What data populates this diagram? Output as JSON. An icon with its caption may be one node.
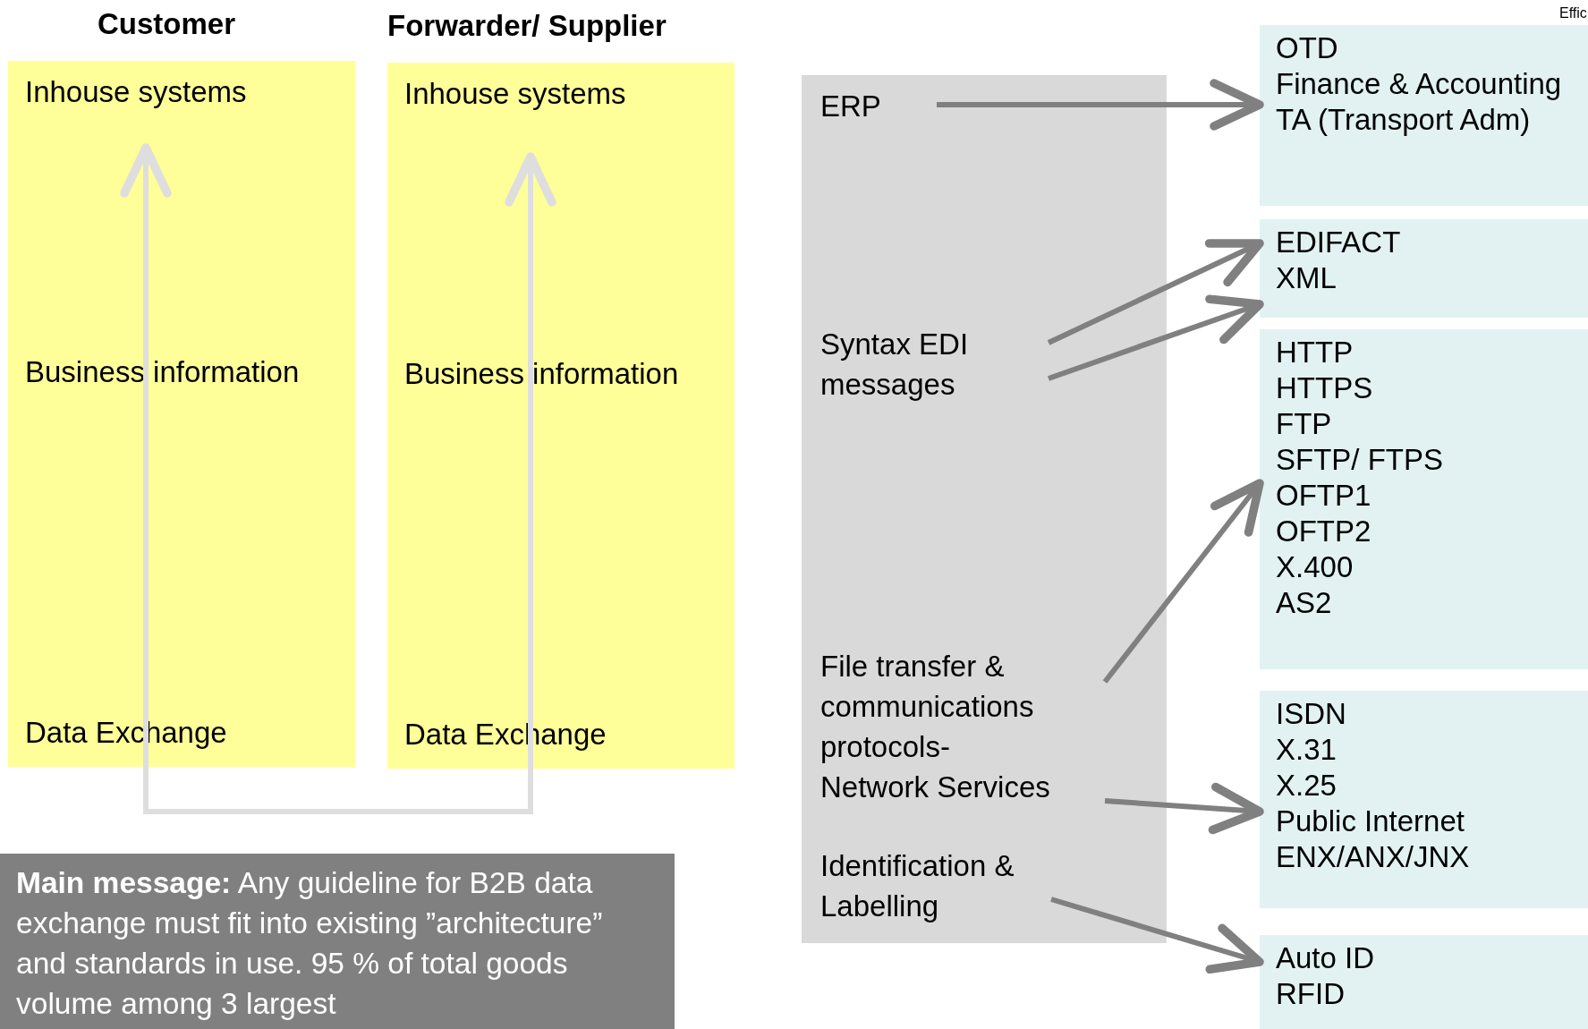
{
  "diagram": {
    "nodes": [
      {
        "text": [
          "Customer"
        ]
      },
      {
        "text": [
          "Inhouse systems"
        ],
        "in": 0
      },
      {
        "text": [
          "Business information"
        ],
        "in": 0
      },
      {
        "text": [
          "Data Exchange"
        ],
        "in": 0
      },
      {
        "text": [
          "Forwarder/ Supplier"
        ]
      },
      {
        "text": [
          "Inhouse systems"
        ],
        "in": 4
      },
      {
        "text": [
          "Business information"
        ],
        "in": 4
      },
      {
        "text": [
          "Data Exchange"
        ],
        "in": 4
      },
      {
        "text": [],
        "shape": "box"
      },
      {
        "text": [
          "ERP"
        ],
        "in": 8
      },
      {
        "text": [
          "Syntax EDI messages"
        ],
        "in": 8
      },
      {
        "text": [
          "File transfer & communications protocols- Network Services"
        ],
        "in": 8
      },
      {
        "text": [
          "Identification & Labelling"
        ],
        "in": 8
      },
      {
        "text": [
          "OTD",
          "Finance & Accounting",
          "TA (Transport Adm)"
        ]
      },
      {
        "text": [
          "EDIFACT",
          "XML"
        ]
      },
      {
        "text": [
          "HTTP",
          "HTTPS",
          "FTP",
          "SFTP/ FTPS",
          "OFTP1",
          "OFTP2",
          "X.400",
          "AS2"
        ]
      },
      {
        "text": [
          "ISDN",
          "X.31",
          "X.25",
          "Public Internet",
          "ENX/ANX/JNX"
        ]
      },
      {
        "text": [
          "Auto ID",
          "RFID"
        ]
      },
      {
        "text": [
          "**Main message:** Any guideline for B2B data exchange must fit into existing ”architecture” and standards in use. 95 % of total goods volume among 3 largest"
        ]
      }
    ],
    "edges": [
      {
        "from": 1,
        "to": 5,
        "arrow": "both",
        "color": "#dedede"
      },
      {
        "from": 9,
        "to": 13,
        "arrow": "to"
      },
      {
        "from": 10,
        "to": 14,
        "arrow": "to"
      },
      {
        "from": 10,
        "to": 14,
        "arrow": "to"
      },
      {
        "from": 11,
        "to": 15,
        "arrow": "to"
      },
      {
        "from": 11,
        "to": 16,
        "arrow": "to"
      },
      {
        "from": 12,
        "to": 17,
        "arrow": "to"
      }
    ],
    "labels": [
      "Effic"
    ]
  }
}
